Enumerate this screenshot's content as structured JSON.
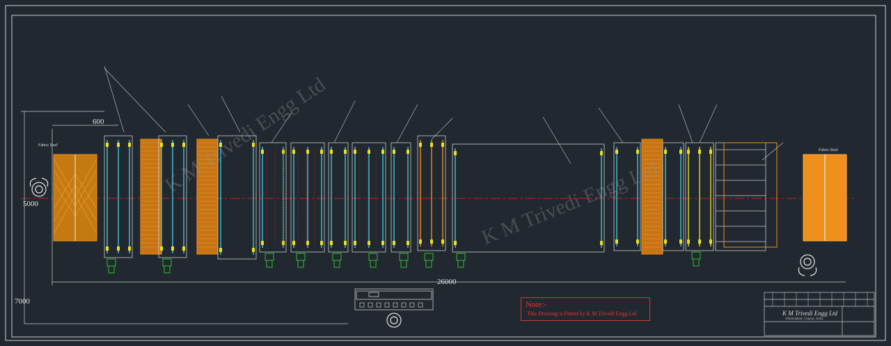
{
  "drawing": {
    "dimensions": {
      "width_top": "600",
      "height_left": "5000",
      "overall_length": "26000",
      "overall_height": "7000"
    },
    "labels": {
      "fabric_reel_left": "Fabric Reel",
      "fabric_reel_right": "Fabric Reel"
    },
    "watermark": "K M Trivedi Engg Ltd",
    "note": {
      "title": "Note:-",
      "text": "This Drawing is Patent by K M Trivedi   Engg Ltd"
    },
    "title_block": {
      "company": "K M Trivedi Engg Ltd",
      "address": "Ahmedabad, Gujarat, India"
    },
    "colors": {
      "background": "#212830",
      "frame": "#cfcfcf",
      "orange": "#f0901c",
      "cyan": "#3fc8d8",
      "yellow": "#e8e020",
      "green": "#30c030",
      "red": "#d02020",
      "magenta": "#c050c0"
    }
  }
}
